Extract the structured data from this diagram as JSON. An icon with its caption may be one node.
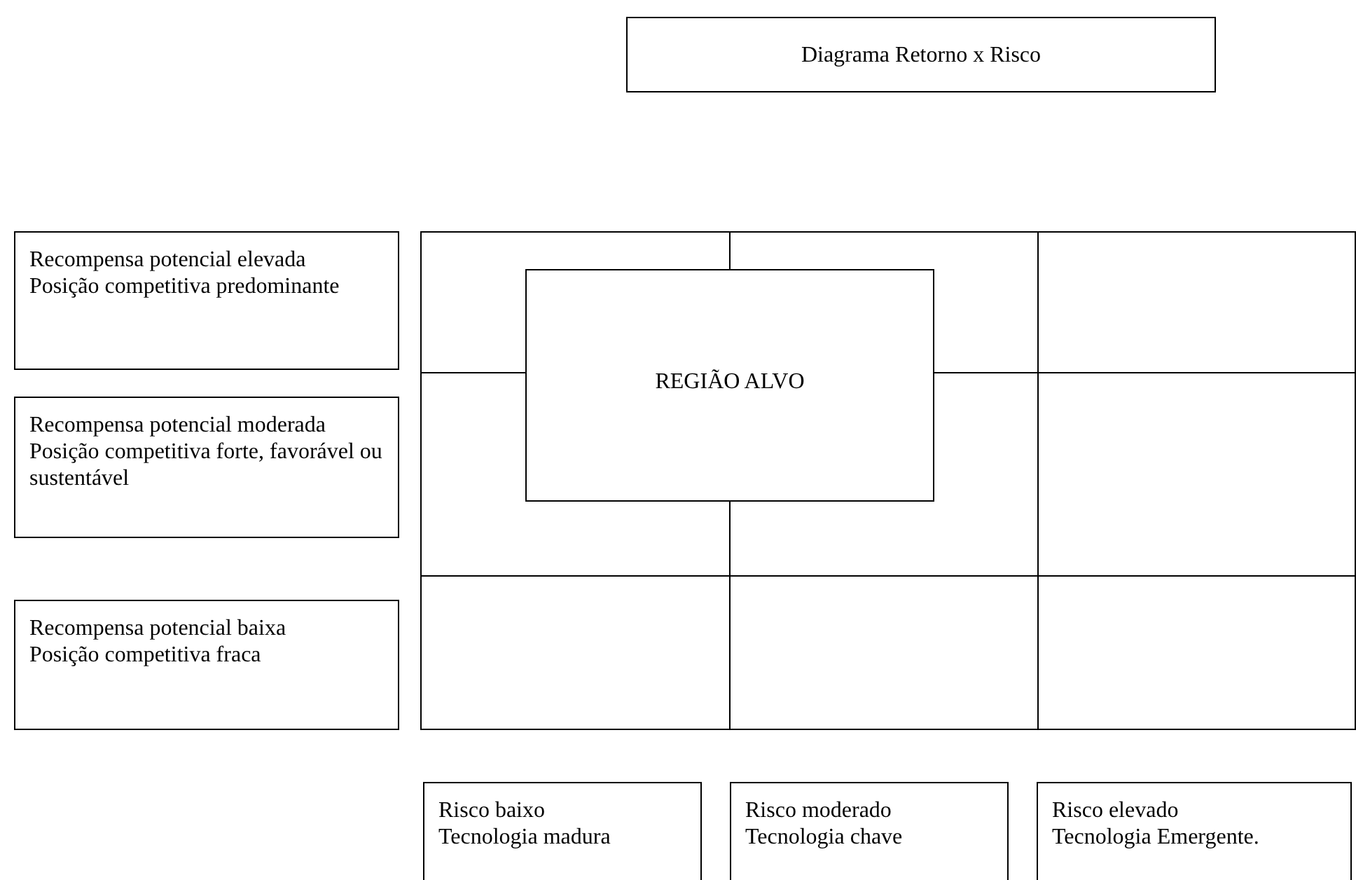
{
  "diagram": {
    "nodes": [
      {
        "text": [
          "Diagrama Retorno x Risco"
        ]
      },
      {
        "text": [
          "Recompensa potencial elevada",
          "Posição competitiva predominante"
        ]
      },
      {
        "text": [
          "Recompensa potencial moderada",
          "Posição competitiva forte, favorável ou sustentável"
        ]
      },
      {
        "text": [
          "Recompensa potencial baixa",
          "Posição competitiva fraca"
        ]
      },
      {
        "text": [],
        "shape": "box"
      },
      {
        "text": [
          "REGIÃO ALVO"
        ],
        "in": 4
      },
      {
        "text": [
          "Risco baixo",
          "Tecnologia madura"
        ]
      },
      {
        "text": [
          "Risco moderado",
          "Tecnologia chave"
        ]
      },
      {
        "text": [
          "Risco elevado",
          "Tecnologia Emergente."
        ]
      }
    ],
    "edges": []
  }
}
